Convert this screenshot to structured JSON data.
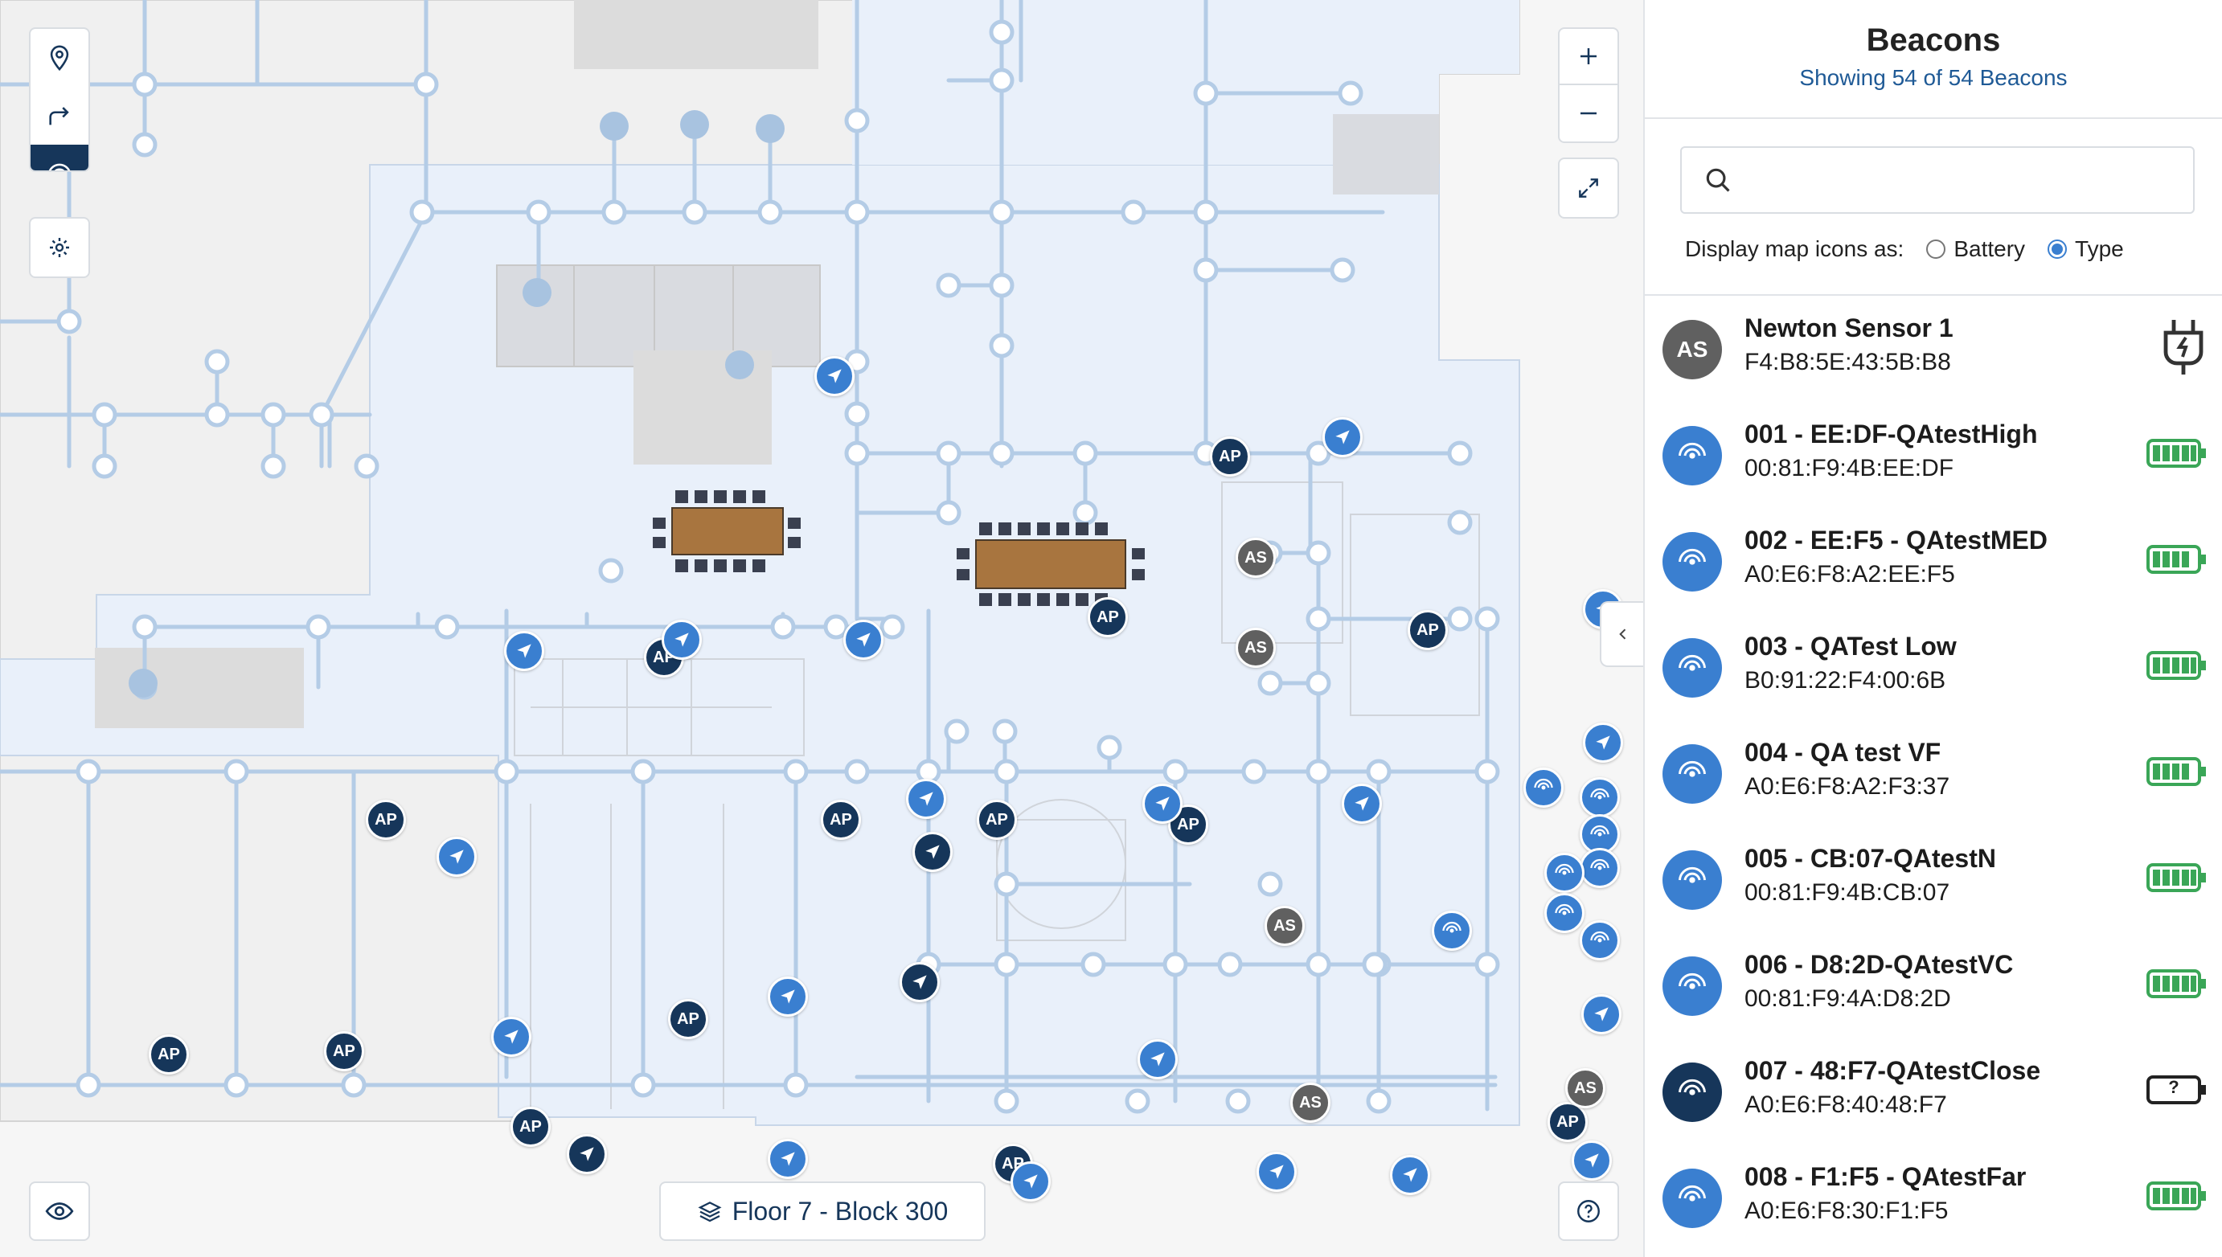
{
  "map": {
    "floor_label": "Floor 7 - Block 300",
    "colors": {
      "path": "#b4cce6",
      "floor_highlight": "#e9f0fa",
      "room": "#dcdcdc",
      "table": "#a8753f"
    },
    "icons": {
      "location": "location-pin-icon",
      "directions": "directions-icon",
      "beacons": "beacon-icon",
      "settings": "gear-icon",
      "zoom_in": "plus-icon",
      "zoom_out": "minus-icon",
      "fullscreen": "expand-icon",
      "visibility": "eye-icon",
      "help": "help-icon",
      "layers": "layers-icon",
      "collapse": "chevron-left-icon"
    },
    "marker_labels": {
      "ap": "AP",
      "as": "AS"
    }
  },
  "panel": {
    "title": "Beacons",
    "subtitle": "Showing 54 of 54 Beacons",
    "search": {
      "value": "",
      "placeholder": ""
    },
    "display_label": "Display map icons as:",
    "options": [
      {
        "label": "Battery",
        "selected": false
      },
      {
        "label": "Type",
        "selected": true
      }
    ],
    "beacons": [
      {
        "avatar": "AS",
        "name": "Newton Sensor 1",
        "mac": "F4:B8:5E:43:5B:B8",
        "status": "plugged"
      },
      {
        "avatar": "",
        "name": "001 - EE:DF-QAtestHigh",
        "mac": "00:81:F9:4B:EE:DF",
        "status": "full"
      },
      {
        "avatar": "",
        "name": "002 - EE:F5 - QAtestMED",
        "mac": "A0:E6:F8:A2:EE:F5",
        "status": "high"
      },
      {
        "avatar": "",
        "name": "003 - QATest Low",
        "mac": "B0:91:22:F4:00:6B",
        "status": "full"
      },
      {
        "avatar": "",
        "name": "004 - QA test VF",
        "mac": "A0:E6:F8:A2:F3:37",
        "status": "high"
      },
      {
        "avatar": "",
        "name": "005 - CB:07-QAtestN",
        "mac": "00:81:F9:4B:CB:07",
        "status": "full"
      },
      {
        "avatar": "",
        "name": "006 - D8:2D-QAtestVC",
        "mac": "00:81:F9:4A:D8:2D",
        "status": "full"
      },
      {
        "avatar": "",
        "name": "007 - 48:F7-QAtestClose",
        "mac": "A0:E6:F8:40:48:F7",
        "status": "unknown",
        "status_text": "?"
      },
      {
        "avatar": "",
        "name": "008 - F1:F5 - QAtestFar",
        "mac": "A0:E6:F8:30:F1:F5",
        "status": "full"
      }
    ]
  }
}
